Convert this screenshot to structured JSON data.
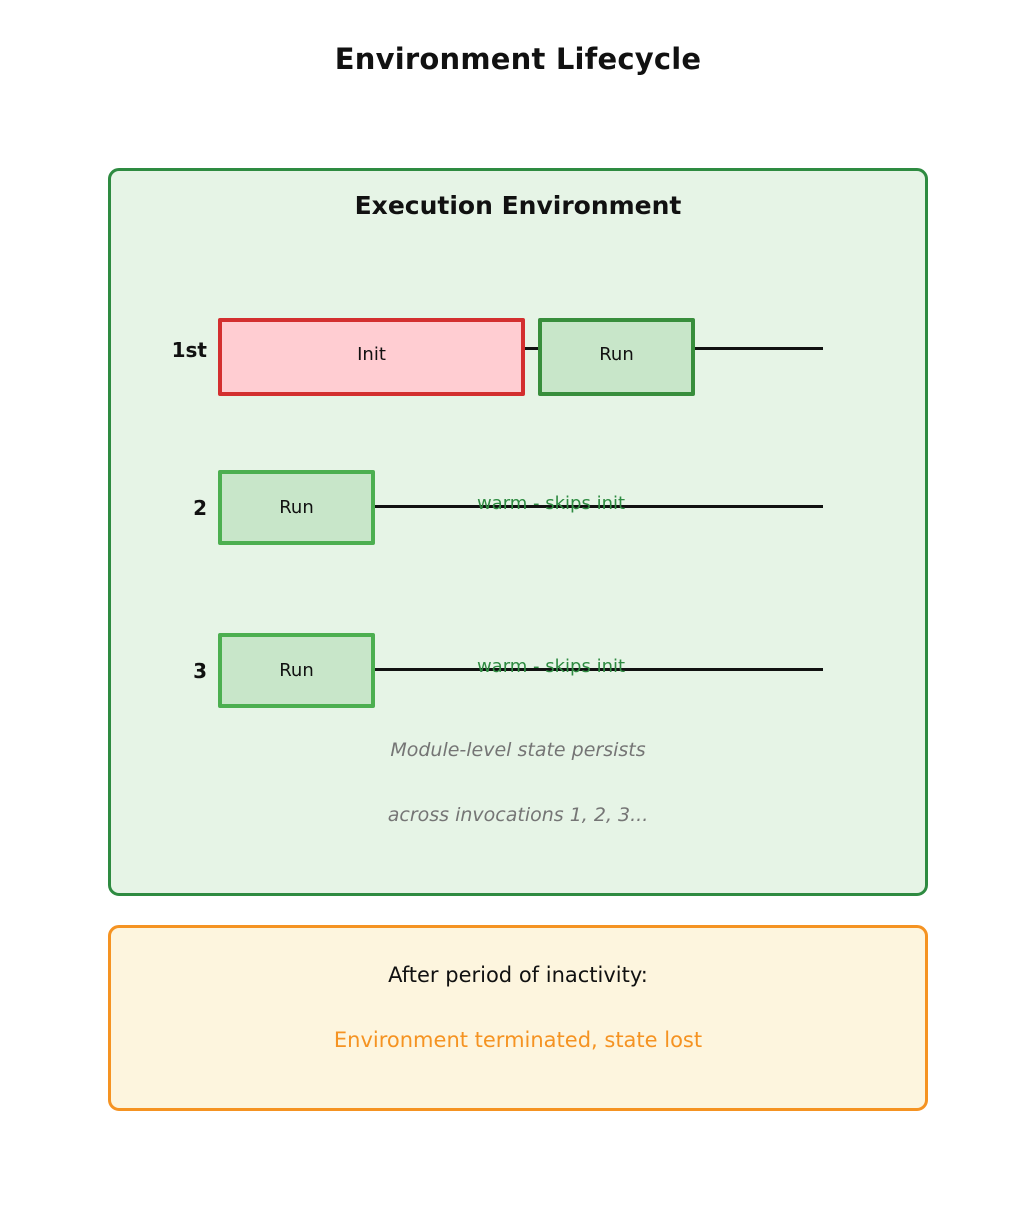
{
  "title": "Environment Lifecycle",
  "environment": {
    "heading": "Execution Environment",
    "rows": [
      {
        "label": "1st",
        "phases": [
          {
            "name": "Init",
            "kind": "cold-init"
          },
          {
            "name": "Run",
            "kind": "run"
          }
        ],
        "note": ""
      },
      {
        "label": "2",
        "phases": [
          {
            "name": "Run",
            "kind": "run"
          }
        ],
        "note": "warm - skips init"
      },
      {
        "label": "3",
        "phases": [
          {
            "name": "Run",
            "kind": "run"
          }
        ],
        "note": "warm - skips init"
      }
    ],
    "persistence_note": {
      "line1": "Module-level state persists",
      "line2": "across invocations 1, 2, 3..."
    }
  },
  "termination": {
    "line1": "After period of inactivity:",
    "line2": "Environment terminated, state lost"
  },
  "colors": {
    "env_border": "#2e8b41",
    "env_fill": "#e6f4e6",
    "init_border": "#d32f2f",
    "init_fill": "#ffcdd2",
    "run_border": "#388e3c",
    "run_fill": "#c8e6c9",
    "warm_text": "#2e8b41",
    "term_border": "#f59322",
    "term_fill": "#fdf5de",
    "term_text": "#f59322",
    "note_text": "#757575",
    "timeline": "#111111"
  }
}
